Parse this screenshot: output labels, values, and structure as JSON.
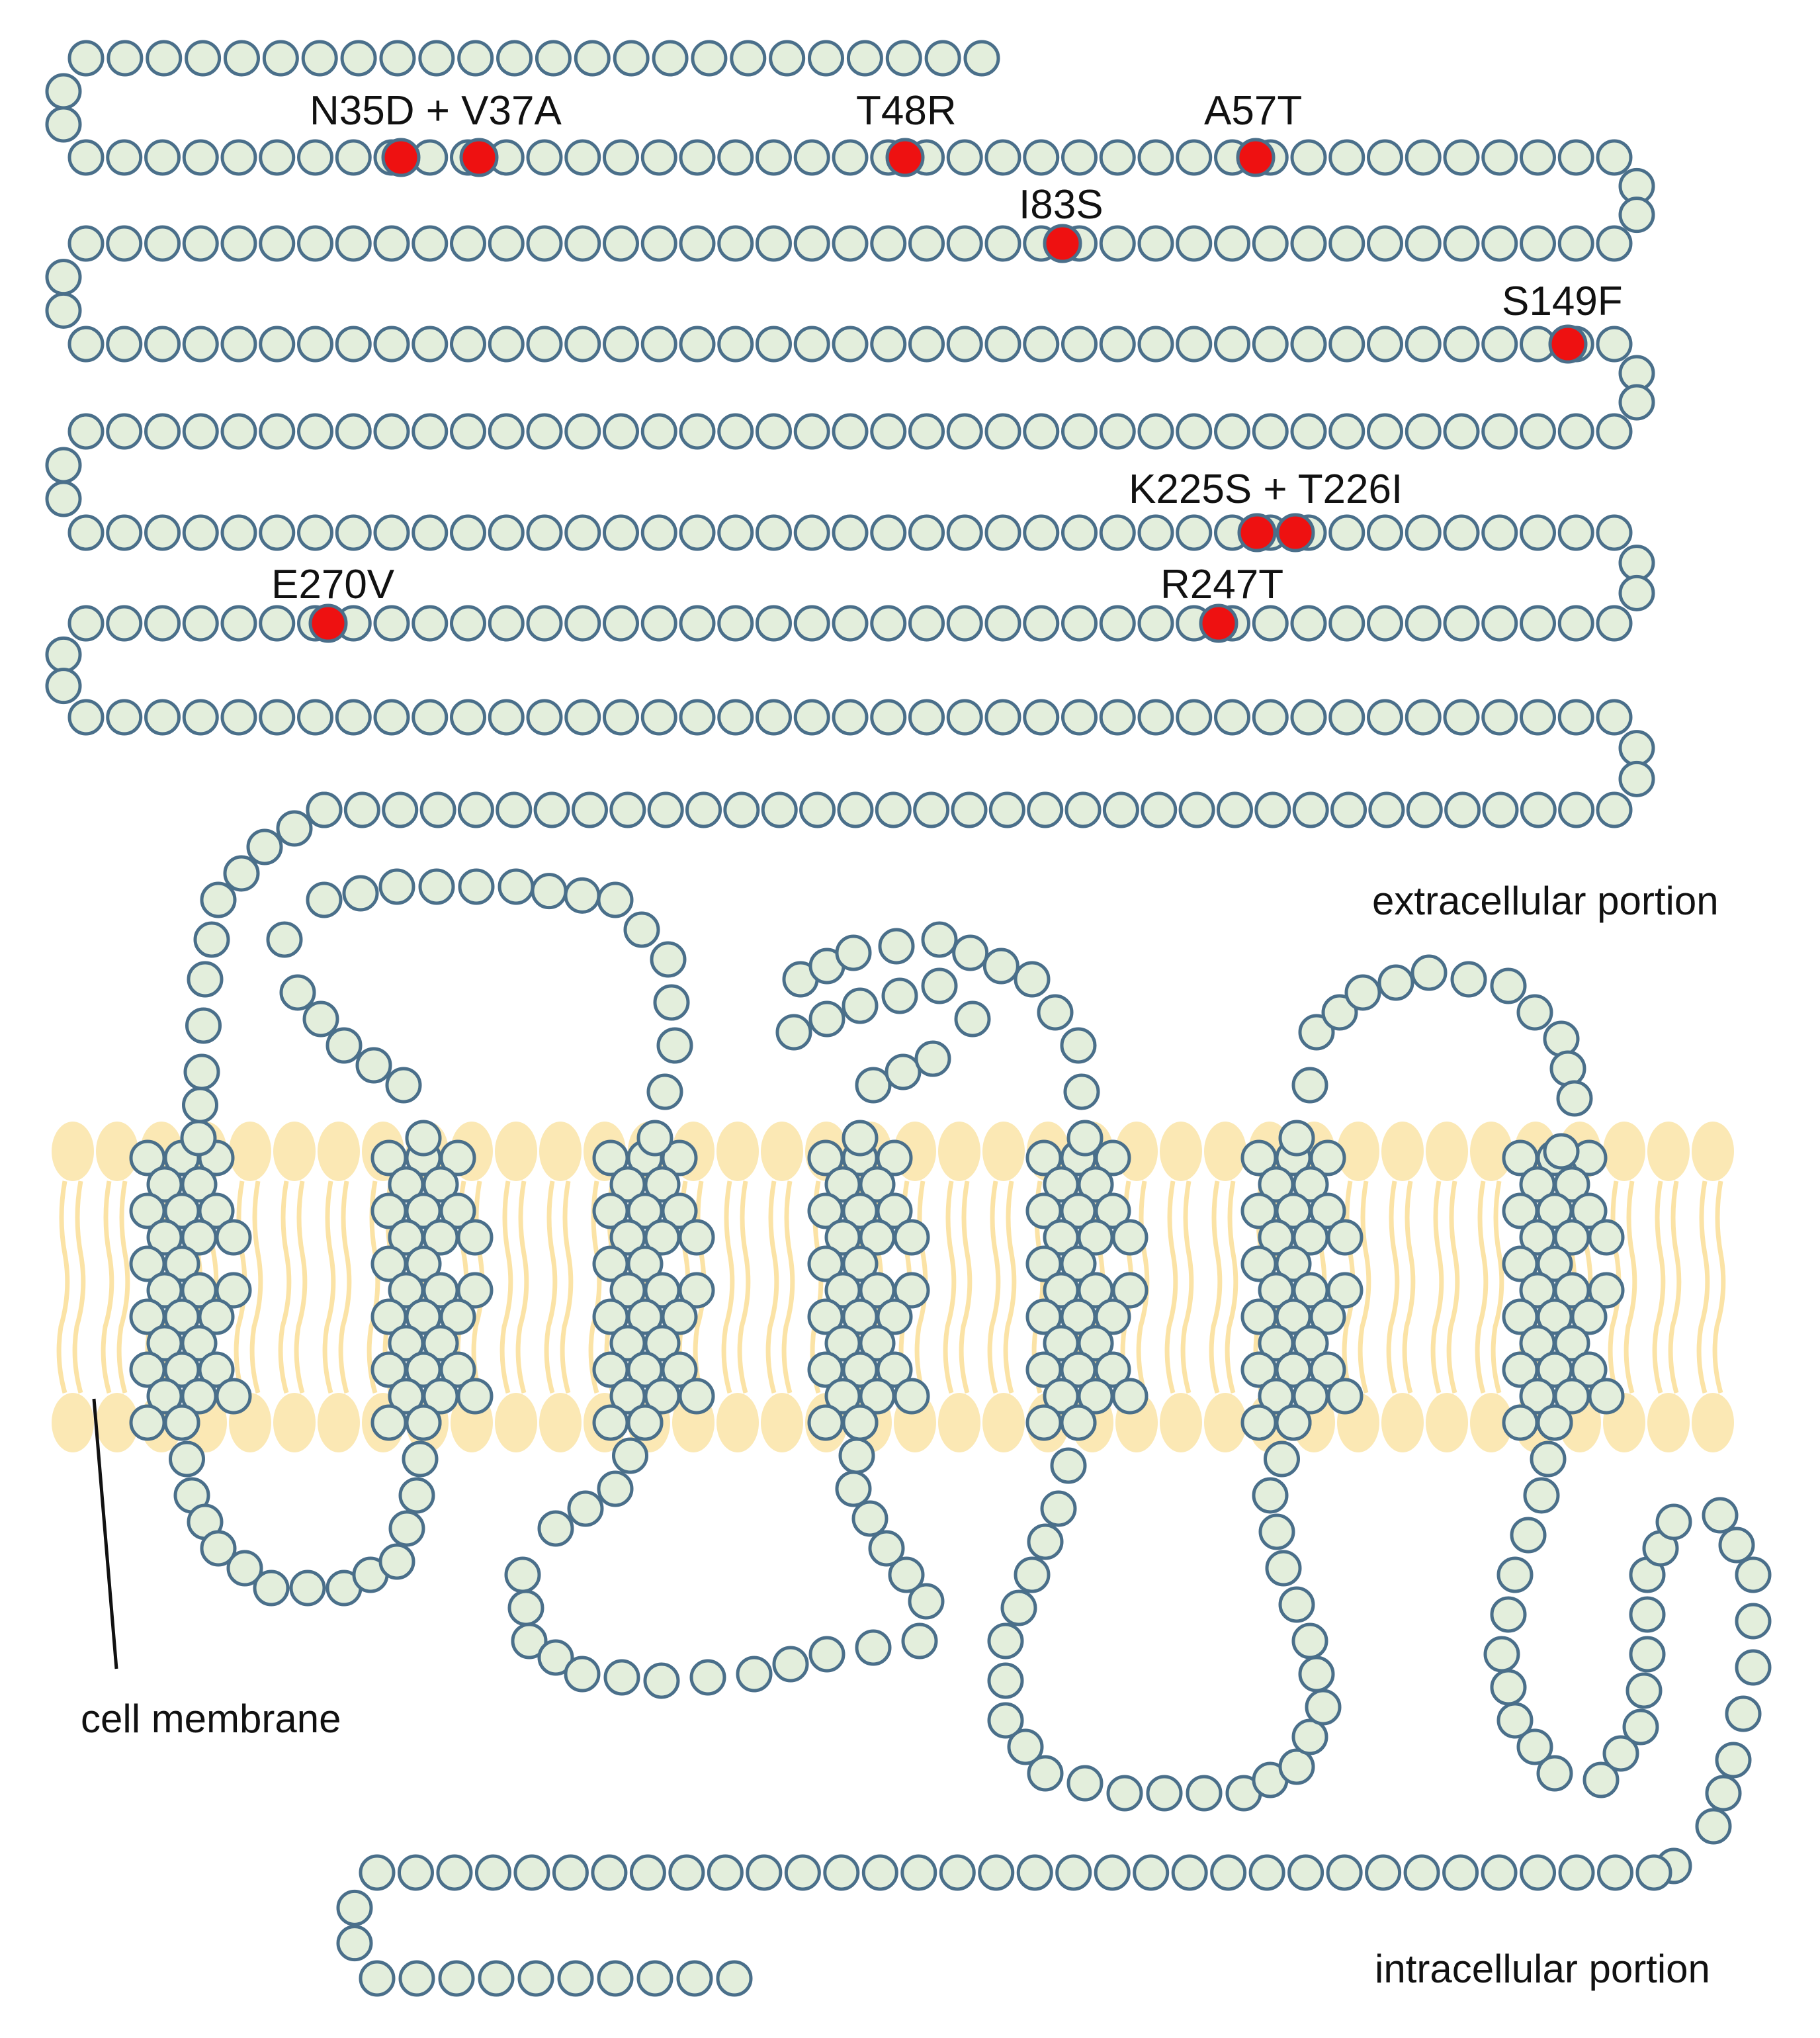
{
  "colors": {
    "residue_fill": "#e3eedc",
    "residue_stroke": "#4a6f8a",
    "mutation_fill": "#ee1111",
    "membrane_head": "#fbe8b4",
    "membrane_tail": "#fbe3a6",
    "text": "#111111"
  },
  "mutations": [
    {
      "id": "m1",
      "label": "N35D + V37A"
    },
    {
      "id": "m2",
      "label": "T48R"
    },
    {
      "id": "m3",
      "label": "A57T"
    },
    {
      "id": "m4",
      "label": "I83S"
    },
    {
      "id": "m5",
      "label": "S149F"
    },
    {
      "id": "m6",
      "label": "K225S + T226I"
    },
    {
      "id": "m7",
      "label": "E270V"
    },
    {
      "id": "m8",
      "label": "R247T"
    }
  ],
  "regions": {
    "extracellular": "extracellular portion",
    "intracellular": "intracellular portion",
    "membrane": "cell membrane"
  }
}
